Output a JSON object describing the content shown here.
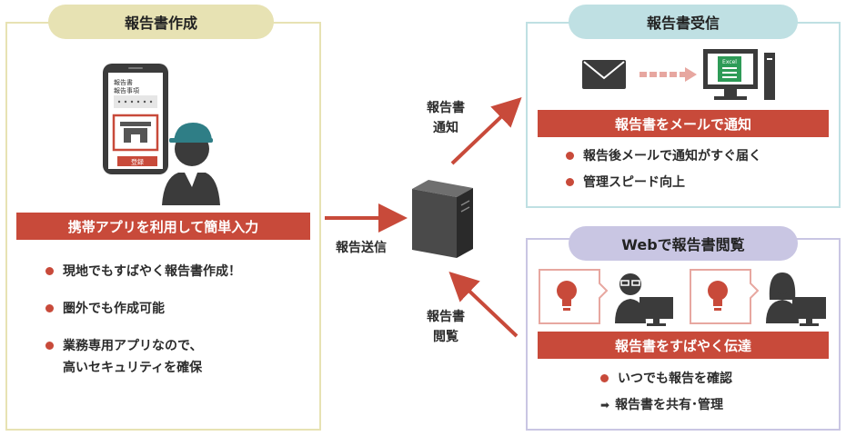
{
  "create_panel": {
    "title": "報告書作成",
    "phone": {
      "line1": "報告書",
      "line2": "報告事項",
      "button": "登録"
    },
    "banner": "携帯アプリを利用して簡単入力",
    "bullets": [
      "現地でもすばやく報告書作成！",
      "圏外でも作成可能",
      "業務専用アプリなので、",
      "高いセキュリティを確保"
    ]
  },
  "receive_panel": {
    "title": "報告書受信",
    "excel_label": "Excel",
    "banner": "報告書をメールで通知",
    "bullets": [
      "報告後メールで通知がすぐ届く",
      "管理スピード向上"
    ]
  },
  "view_panel": {
    "title": "Webで報告書閲覧",
    "banner": "報告書をすばやく伝達",
    "bullets": [
      "いつでも報告を確認",
      "報告書を共有･管理"
    ]
  },
  "flow": {
    "send": "報告送信",
    "notify": [
      "報告書",
      "通知"
    ],
    "view": [
      "報告書",
      "閲覧"
    ]
  },
  "colors": {
    "accent": "#c84a3a",
    "yellow": "#e7e2b3",
    "teal": "#bfe0e3",
    "purple": "#c9c6e3",
    "dark": "#3b3b3b"
  }
}
